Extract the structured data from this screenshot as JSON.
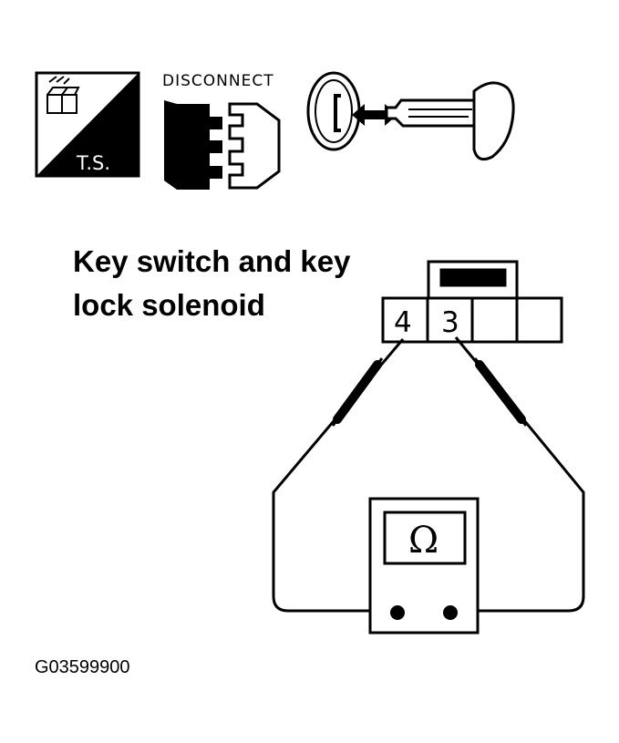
{
  "icons": {
    "ts_icon": {
      "label": "T.S."
    },
    "disconnect_icon": {
      "label": "DISCONNECT"
    },
    "key_icon": "ignition-key-icon"
  },
  "diagram": {
    "title_line1": "Key switch and key",
    "title_line2": "lock solenoid",
    "connector_pins": [
      "4",
      "3"
    ],
    "meter_symbol": "Ω"
  },
  "figure_id": "G03599900"
}
